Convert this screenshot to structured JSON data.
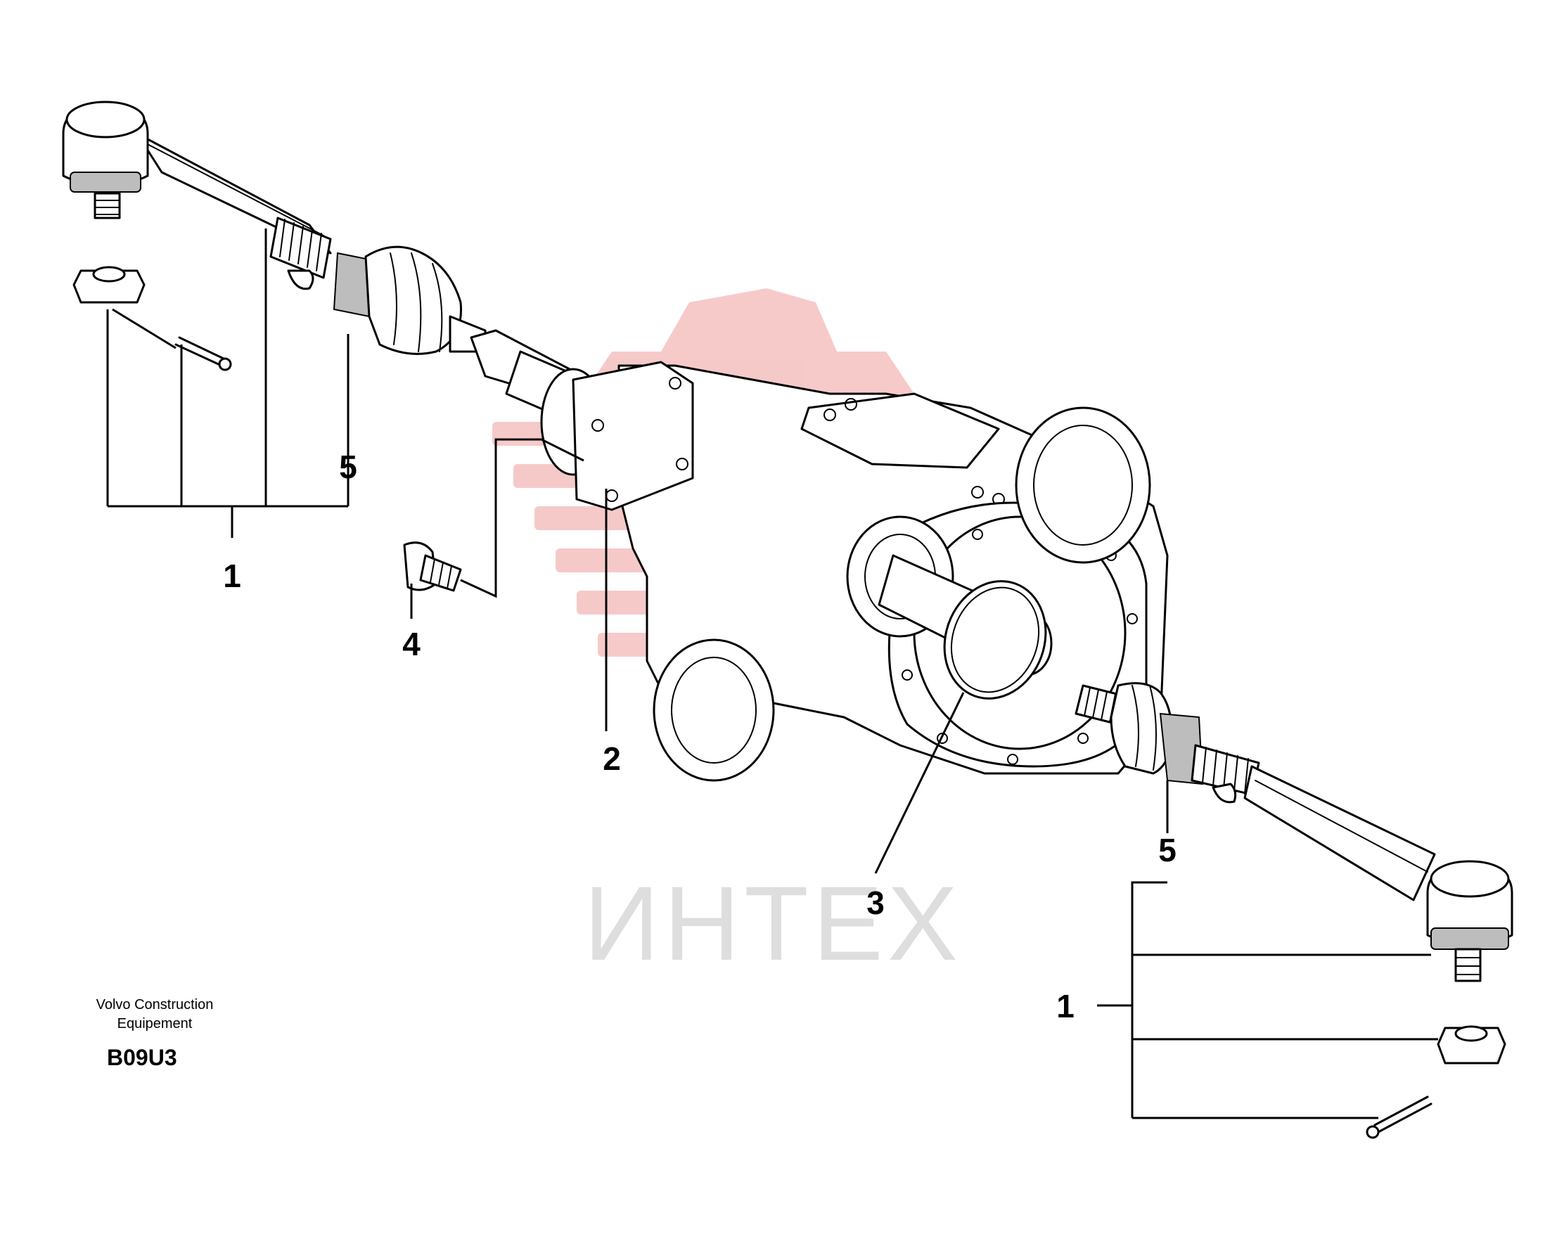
{
  "watermark": {
    "text": "ИНТЕХ",
    "logo_color": "#f4b8b8",
    "text_color": "#dedede"
  },
  "callouts": {
    "left_1": "1",
    "left_5": "5",
    "bolt_4": "4",
    "gasket_2": "2",
    "oring_3": "3",
    "right_5": "5",
    "right_1": "1"
  },
  "caption": {
    "line1": "Volvo Construction",
    "line2": "Equipement",
    "code": "B09U3"
  }
}
